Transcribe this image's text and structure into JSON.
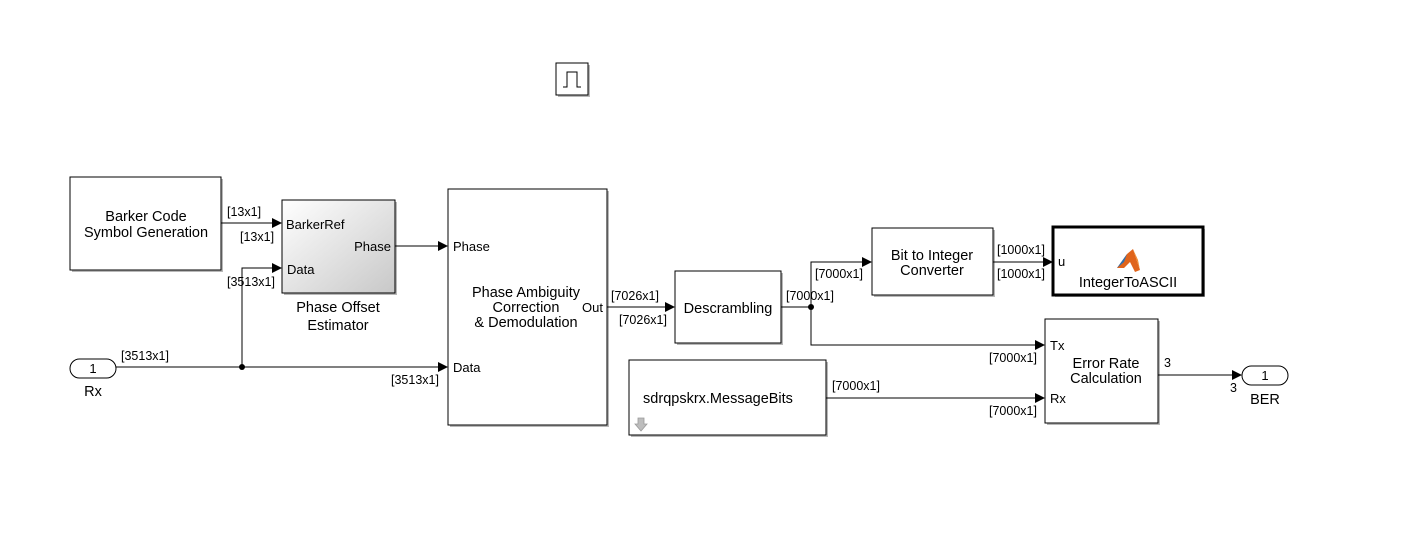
{
  "inports": {
    "rx": {
      "number": "1",
      "name": "Rx"
    }
  },
  "outports": {
    "ber": {
      "number": "1",
      "name": "BER"
    }
  },
  "blocks": {
    "barker": {
      "line1": "Barker Code",
      "line2": "Symbol Generation"
    },
    "phase_offset": {
      "port_barkerref": "BarkerRef",
      "port_data": "Data",
      "port_phase": "Phase",
      "name_line1": "Phase Offset",
      "name_line2": "Estimator"
    },
    "ambiguity": {
      "port_phase": "Phase",
      "port_data": "Data",
      "port_out": "Out",
      "line1": "Phase Ambiguity",
      "line2": "Correction",
      "line3": "& Demodulation"
    },
    "descrambling": {
      "title": "Descrambling"
    },
    "bit_to_int": {
      "line1": "Bit to Integer",
      "line2": "Converter"
    },
    "int_to_ascii": {
      "port_u": "u",
      "title": "IntegerToASCII",
      "icon": "matlab-logo-icon"
    },
    "error_rate": {
      "port_tx": "Tx",
      "port_rx": "Rx",
      "line1": "Error Rate",
      "line2": "Calculation",
      "port_out": "3"
    },
    "message_bits": {
      "title": "sdrqpskrx.MessageBits",
      "icon": "down-arrow-icon"
    },
    "pulse": {
      "icon": "pulse-icon"
    }
  },
  "signal_labels": {
    "barker_out": "[13x1]",
    "barker_in": "[13x1]",
    "rx_out": "[3513x1]",
    "rx_branch_data": "[3513x1]",
    "rx_to_ambiguity": "[3513x1]",
    "ambiguity_out": "[7026x1]",
    "descr_in": "[7026x1]",
    "descr_out": "[7000x1]",
    "b2i_in": "[7000x1]",
    "b2i_out": "[1000x1]",
    "ascii_in": "[1000x1]",
    "err_tx": "[7000x1]",
    "msg_out": "[7000x1]",
    "err_rx": "[7000x1]",
    "err_out_dim": "3",
    "ber_in_dim": "3"
  },
  "colors": {
    "wire": "#000000",
    "background": "#ffffff",
    "block_shade": "#cfcfcf",
    "matlab_orange": "#e0641b"
  }
}
